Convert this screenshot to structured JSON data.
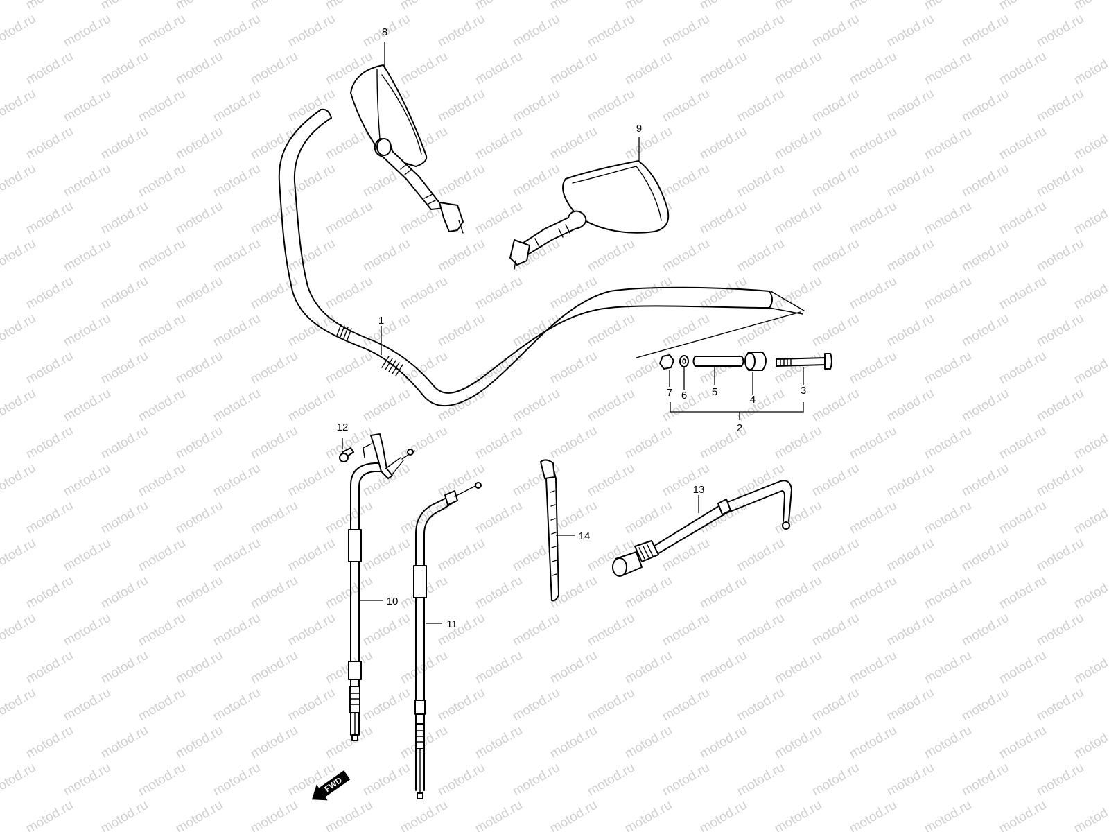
{
  "watermark": "motod.ru",
  "callouts": [
    "1",
    "2",
    "3",
    "4",
    "5",
    "6",
    "7",
    "8",
    "9",
    "10",
    "11",
    "12",
    "13",
    "14"
  ],
  "fwd_label": "FWD",
  "colors": {
    "line": "#000000",
    "background": "#ffffff",
    "watermark": "#cfcfcf"
  },
  "icons": [
    "fwd-arrow-icon"
  ]
}
